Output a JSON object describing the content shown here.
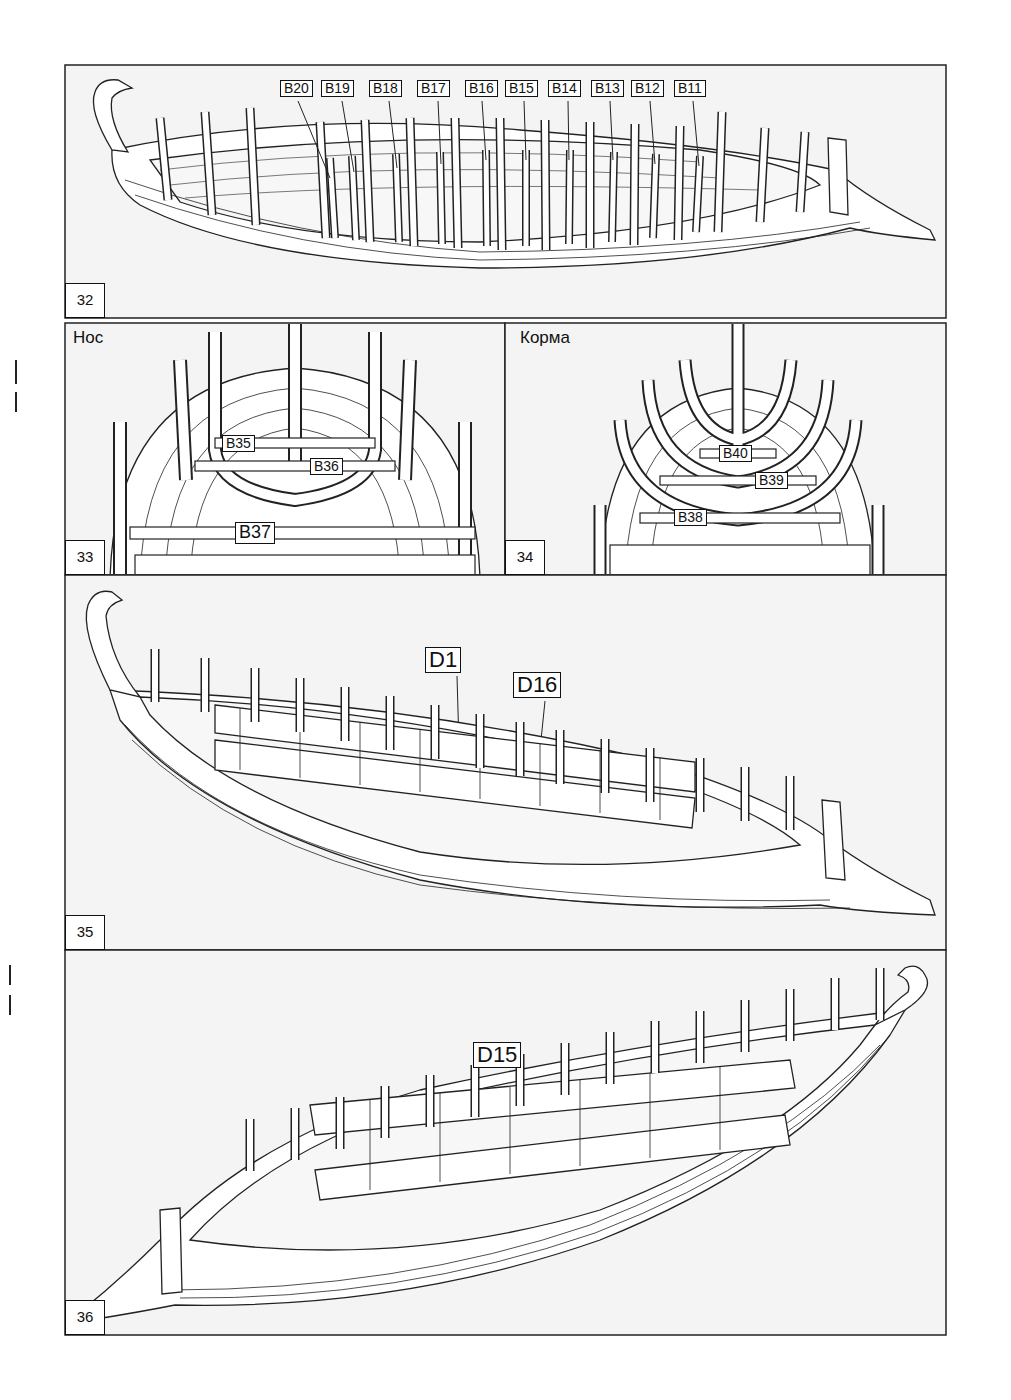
{
  "diagram": {
    "labels": [
      "B20",
      "B19",
      "B18",
      "B17",
      "B16",
      "B15",
      "B14",
      "B13",
      "B12",
      "B11",
      "32",
      "Нос",
      "Корма",
      "B35",
      "B36",
      "B37",
      "33",
      "B40",
      "B39",
      "B38",
      "34",
      "D1",
      "D16",
      "35",
      "D15",
      "36"
    ]
  }
}
